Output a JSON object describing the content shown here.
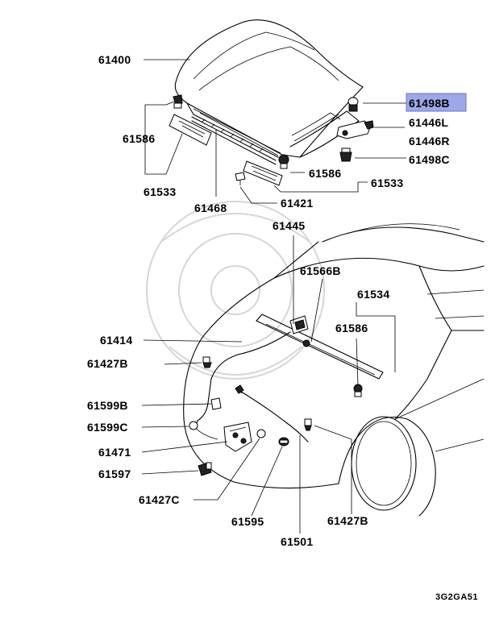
{
  "labels": {
    "p61400": "61400",
    "p61498B": "61498B",
    "p61586_top": "61586",
    "p61446L": "61446L",
    "p61446R": "61446R",
    "p61498C": "61498C",
    "p61533_left": "61533",
    "p61586_mid": "61586",
    "p61533_right": "61533",
    "p61468": "61468",
    "p61421": "61421",
    "p61445": "61445",
    "p61566B": "61566B",
    "p61534": "61534",
    "p61586_lower": "61586",
    "p61414": "61414",
    "p61427B_left": "61427B",
    "p61599B": "61599B",
    "p61599C": "61599C",
    "p61471": "61471",
    "p61597": "61597",
    "p61427C": "61427C",
    "p61595": "61595",
    "p61501": "61501",
    "p61427B_right": "61427B"
  },
  "highlight_color": "#9ea7e8",
  "diagram_code": "3G2GA51"
}
